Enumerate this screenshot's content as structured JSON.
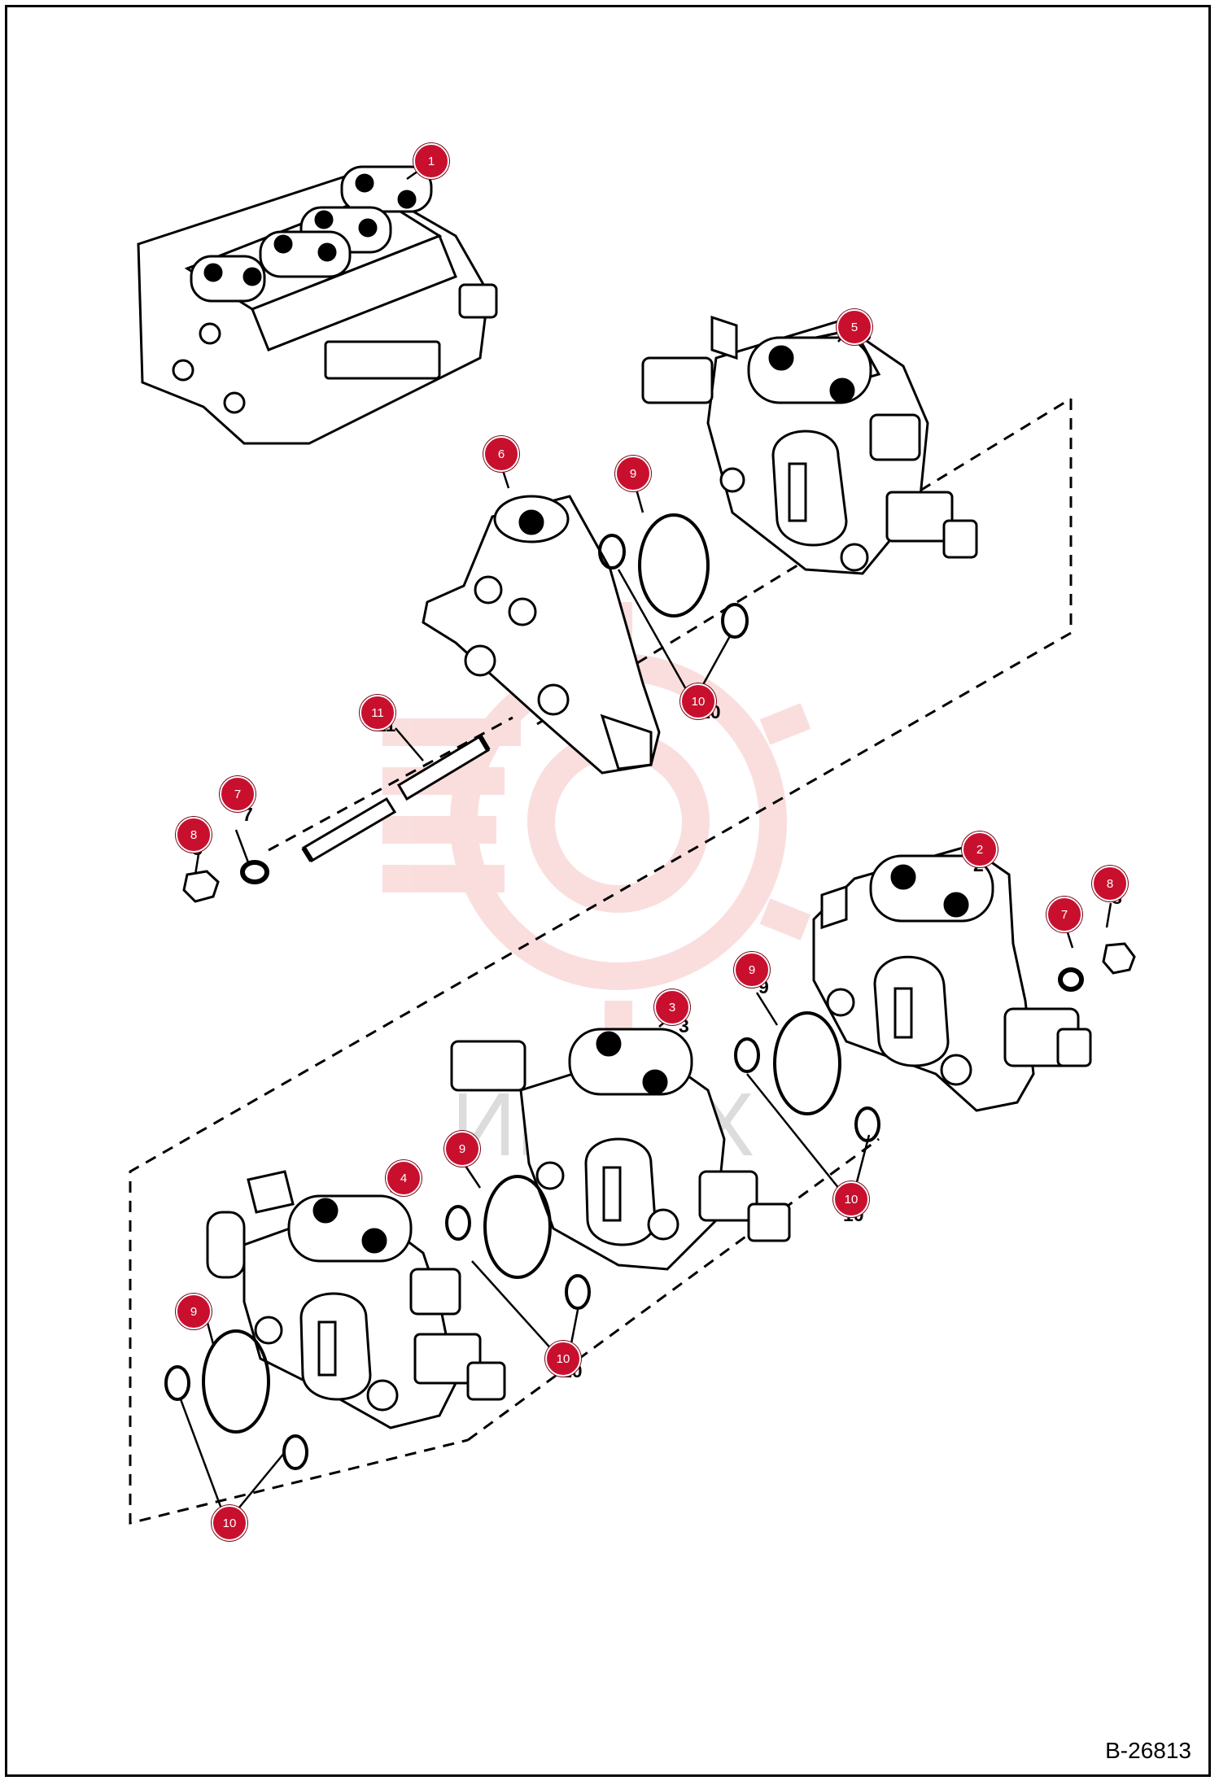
{
  "drawing_number": "B-26813",
  "watermark": {
    "text": "ИНТЕХ",
    "color": "#f4b8b8"
  },
  "colors": {
    "callout": "#c8102e",
    "line": "#000000",
    "background": "#ffffff"
  },
  "callouts": [
    {
      "id": "c1",
      "label": "1"
    },
    {
      "id": "c5",
      "label": "5"
    },
    {
      "id": "c6",
      "label": "6"
    },
    {
      "id": "c9a",
      "label": "9"
    },
    {
      "id": "c10a",
      "label": "10"
    },
    {
      "id": "c11",
      "label": "11"
    },
    {
      "id": "c7a",
      "label": "7"
    },
    {
      "id": "c8a",
      "label": "8"
    },
    {
      "id": "c2",
      "label": "2"
    },
    {
      "id": "c7b",
      "label": "7"
    },
    {
      "id": "c8b",
      "label": "8"
    },
    {
      "id": "c9b",
      "label": "9"
    },
    {
      "id": "c3",
      "label": "3"
    },
    {
      "id": "c9c",
      "label": "9"
    },
    {
      "id": "c10b",
      "label": "10"
    },
    {
      "id": "c4",
      "label": "4"
    },
    {
      "id": "c9d",
      "label": "9"
    },
    {
      "id": "c10c",
      "label": "10"
    },
    {
      "id": "c10d",
      "label": "10"
    }
  ],
  "printed_labels": [
    {
      "id": "p5",
      "text": "5"
    },
    {
      "id": "p10a",
      "text": "10"
    },
    {
      "id": "p11",
      "text": "11"
    },
    {
      "id": "p7a",
      "text": "7"
    },
    {
      "id": "p8a",
      "text": "8"
    },
    {
      "id": "p2",
      "text": "2"
    },
    {
      "id": "p8b",
      "text": "8"
    },
    {
      "id": "p9b",
      "text": "9"
    },
    {
      "id": "p3",
      "text": "3"
    },
    {
      "id": "p10b",
      "text": "10"
    },
    {
      "id": "p10c",
      "text": "10"
    }
  ]
}
